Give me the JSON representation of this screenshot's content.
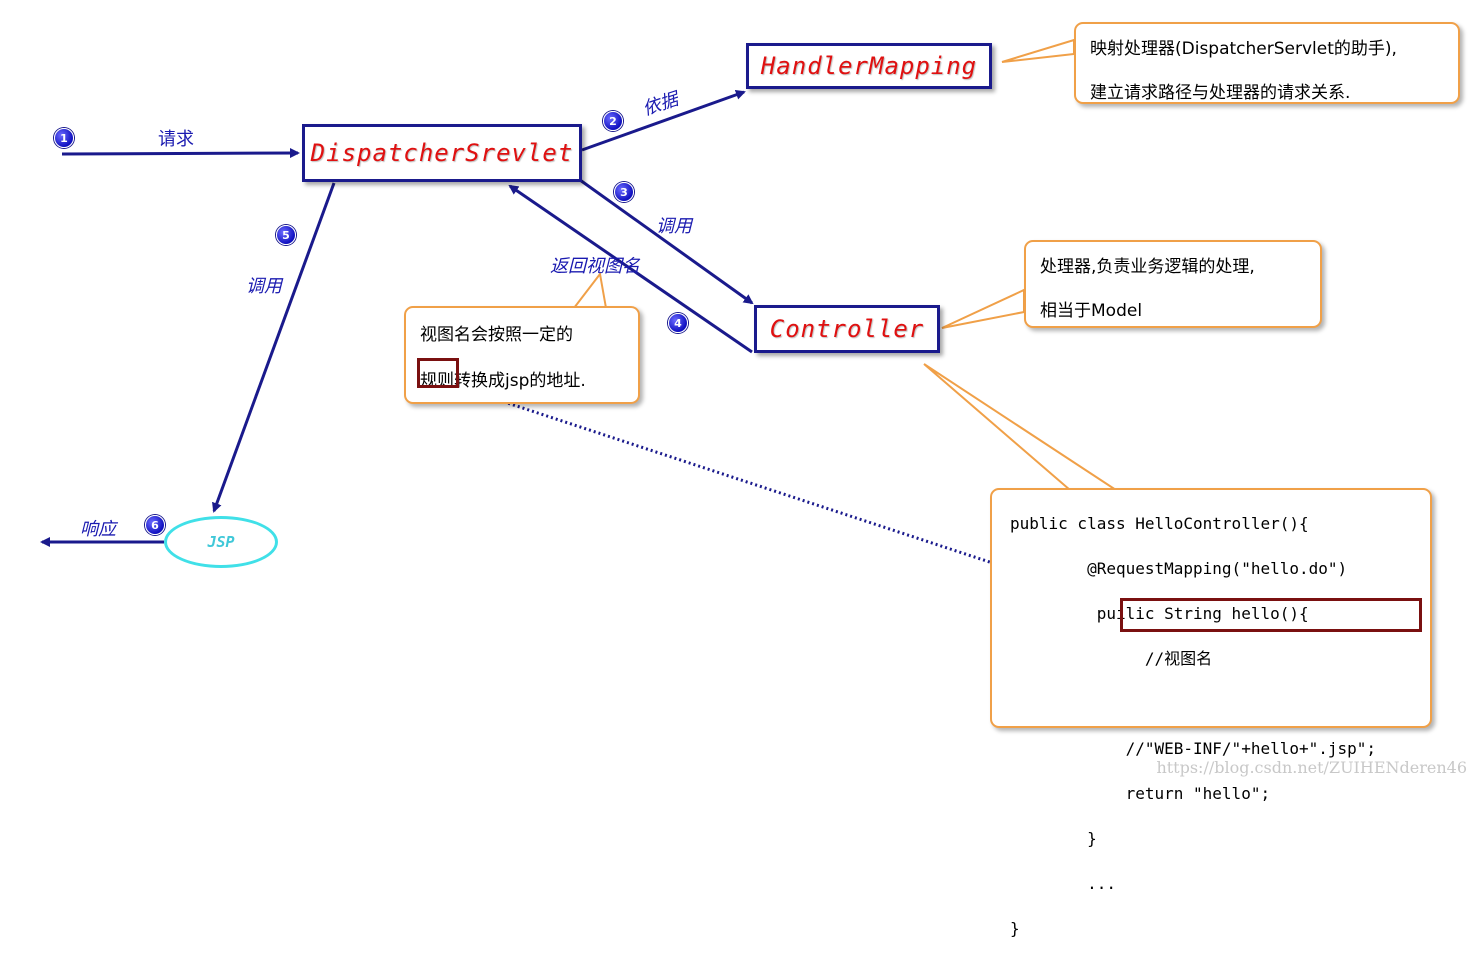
{
  "boxes": {
    "dispatcher": "DispatcherSrevlet",
    "handler_mapping": "HandlerMapping",
    "controller": "Controller",
    "jsp": "JSP"
  },
  "steps": [
    {
      "num": "1",
      "label": "请求"
    },
    {
      "num": "2",
      "label": "依据"
    },
    {
      "num": "3",
      "label": "调用"
    },
    {
      "num": "4",
      "label": "返回视图名"
    },
    {
      "num": "5",
      "label": "调用"
    },
    {
      "num": "6",
      "label": "响应"
    }
  ],
  "callouts": {
    "handler_mapping": [
      "映射处理器(DispatcherServlet的助手),",
      "建立请求路径与处理器的请求关系."
    ],
    "controller": [
      "处理器,负责业务逻辑的处理,",
      "相当于Model"
    ],
    "view_name": {
      "line1": "视图名会按照一定的",
      "highlight": "规则",
      "line2_rest": "转换成jsp的地址."
    }
  },
  "code": [
    "public class HelloController(){",
    "        @RequestMapping(\"hello.do\")",
    "         puilic String hello(){",
    "              //视图名",
    "",
    "            //\"WEB-INF/\"+hello+\".jsp\";",
    "            return \"hello\";",
    "        }",
    "        ...",
    "}"
  ],
  "watermark": "https://blog.csdn.net/ZUIHENderen46",
  "colors": {
    "box_border": "#1a1a8c",
    "box_text": "#e01010",
    "arrow": "#1a1a8c",
    "callout_border": "#f0a048",
    "label": "#1a1ab0",
    "jsp_ellipse": "#40e0e8",
    "highlight": "#7a1010"
  }
}
